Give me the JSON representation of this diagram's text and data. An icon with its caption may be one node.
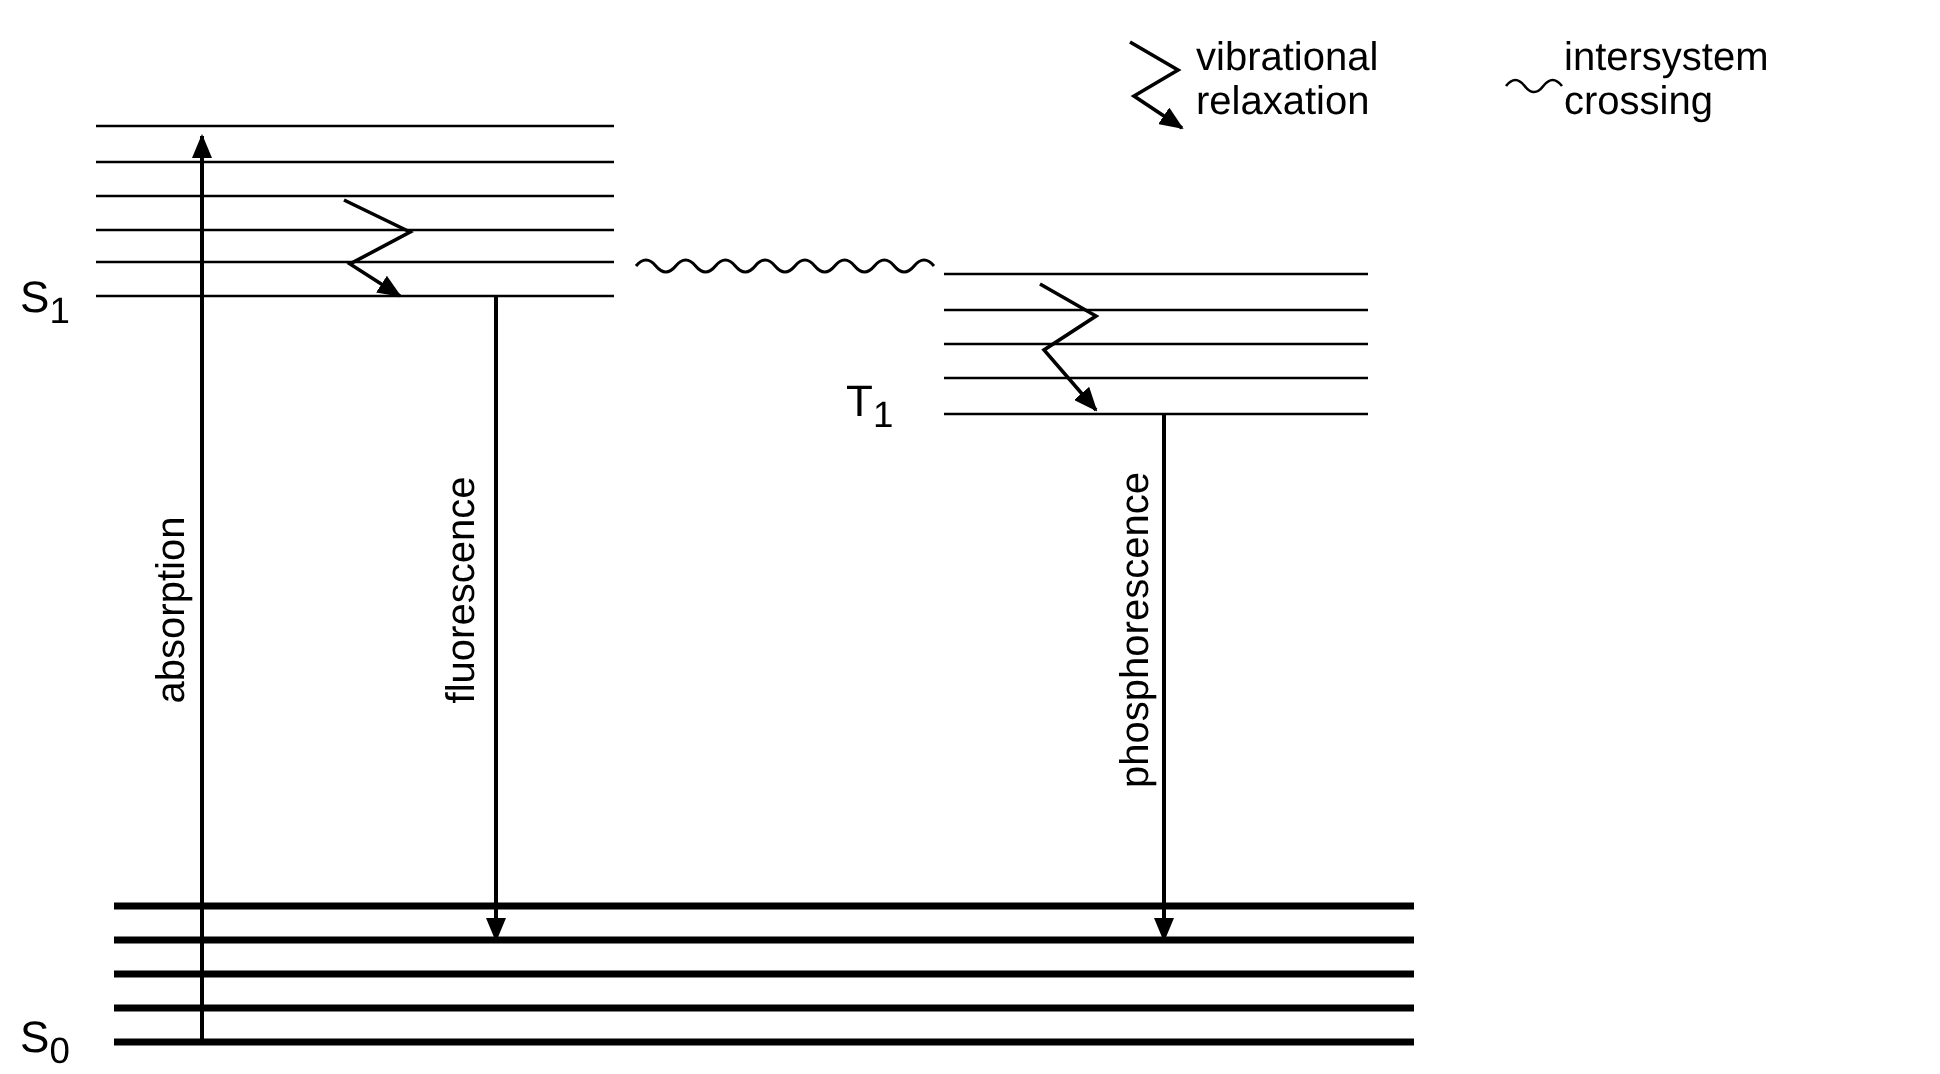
{
  "diagram": {
    "nodes": [
      {
        "text": [
          "S$_{1}$"
        ]
      },
      {
        "text": [
          "T$_{1}$"
        ]
      },
      {
        "text": [
          "S$_{0}$"
        ]
      }
    ],
    "edges": [
      {
        "from": 2,
        "to": 0,
        "arrow": "to",
        "label": "absorption"
      },
      {
        "from": 0,
        "to": 2,
        "arrow": "to",
        "label": "fluorescence"
      },
      {
        "from": 0,
        "to": 1,
        "arrow": "none"
      },
      {
        "from": 1,
        "to": 2,
        "arrow": "to",
        "label": "phosphorescence"
      }
    ],
    "legend": [
      {
        "text": "vibrational relaxation"
      },
      {
        "text": "intersystem crossing"
      }
    ]
  }
}
